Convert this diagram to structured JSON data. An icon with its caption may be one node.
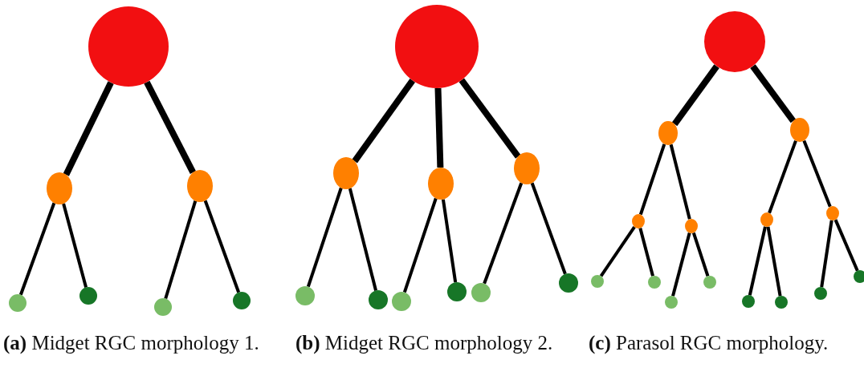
{
  "diagram": {
    "nodes": [
      {
        "text": [],
        "shape": "circle"
      },
      {
        "text": [],
        "shape": "circle"
      },
      {
        "text": [],
        "shape": "circle"
      },
      {
        "text": [],
        "shape": "circle"
      },
      {
        "text": [],
        "shape": "circle"
      },
      {
        "text": [],
        "shape": "circle"
      },
      {
        "text": [],
        "shape": "circle"
      },
      {
        "text": [],
        "shape": "circle"
      },
      {
        "text": [],
        "shape": "circle"
      },
      {
        "text": [],
        "shape": "circle"
      },
      {
        "text": [],
        "shape": "circle"
      },
      {
        "text": [],
        "shape": "circle"
      },
      {
        "text": [],
        "shape": "circle"
      },
      {
        "text": [],
        "shape": "circle"
      },
      {
        "text": [],
        "shape": "circle"
      },
      {
        "text": [],
        "shape": "circle"
      },
      {
        "text": [],
        "shape": "circle"
      },
      {
        "text": [],
        "shape": "circle"
      },
      {
        "text": [],
        "shape": "circle"
      },
      {
        "text": [],
        "shape": "circle"
      },
      {
        "text": [],
        "shape": "circle"
      },
      {
        "text": [],
        "shape": "circle"
      },
      {
        "text": [],
        "shape": "circle"
      },
      {
        "text": [],
        "shape": "circle"
      },
      {
        "text": [],
        "shape": "circle"
      },
      {
        "text": [],
        "shape": "circle"
      },
      {
        "text": [],
        "shape": "circle"
      },
      {
        "text": [],
        "shape": "circle"
      },
      {
        "text": [],
        "shape": "circle"
      },
      {
        "text": [],
        "shape": "circle"
      },
      {
        "text": [],
        "shape": "circle"
      },
      {
        "text": [],
        "shape": "circle"
      }
    ],
    "edges": [
      {
        "from": 0,
        "to": 1,
        "arrow": "none",
        "style": "thick"
      },
      {
        "from": 0,
        "to": 2,
        "arrow": "none",
        "style": "thick"
      },
      {
        "from": 1,
        "to": 3,
        "arrow": "none"
      },
      {
        "from": 1,
        "to": 4,
        "arrow": "none"
      },
      {
        "from": 2,
        "to": 5,
        "arrow": "none"
      },
      {
        "from": 2,
        "to": 6,
        "arrow": "none"
      },
      {
        "from": 7,
        "to": 8,
        "arrow": "none",
        "style": "thick"
      },
      {
        "from": 7,
        "to": 9,
        "arrow": "none",
        "style": "thick"
      },
      {
        "from": 7,
        "to": 10,
        "arrow": "none",
        "style": "thick"
      },
      {
        "from": 8,
        "to": 11,
        "arrow": "none"
      },
      {
        "from": 8,
        "to": 12,
        "arrow": "none"
      },
      {
        "from": 9,
        "to": 13,
        "arrow": "none"
      },
      {
        "from": 9,
        "to": 14,
        "arrow": "none"
      },
      {
        "from": 10,
        "to": 15,
        "arrow": "none"
      },
      {
        "from": 10,
        "to": 16,
        "arrow": "none"
      },
      {
        "from": 17,
        "to": 18,
        "arrow": "none",
        "style": "thick"
      },
      {
        "from": 17,
        "to": 19,
        "arrow": "none",
        "style": "thick"
      },
      {
        "from": 18,
        "to": 20,
        "arrow": "none"
      },
      {
        "from": 18,
        "to": 21,
        "arrow": "none"
      },
      {
        "from": 19,
        "to": 22,
        "arrow": "none"
      },
      {
        "from": 19,
        "to": 23,
        "arrow": "none"
      },
      {
        "from": 20,
        "to": 24,
        "arrow": "none"
      },
      {
        "from": 20,
        "to": 25,
        "arrow": "none"
      },
      {
        "from": 21,
        "to": 26,
        "arrow": "none"
      },
      {
        "from": 21,
        "to": 27,
        "arrow": "none"
      },
      {
        "from": 22,
        "to": 28,
        "arrow": "none"
      },
      {
        "from": 22,
        "to": 29,
        "arrow": "none"
      },
      {
        "from": 23,
        "to": 30,
        "arrow": "none"
      },
      {
        "from": 23,
        "to": 31,
        "arrow": "none"
      }
    ],
    "labels": [
      "**(a)** Midget RGC morphology 1.",
      "**(b)** Midget RGC morphology 2.",
      "**(c)** Parasol RGC morphology."
    ]
  }
}
